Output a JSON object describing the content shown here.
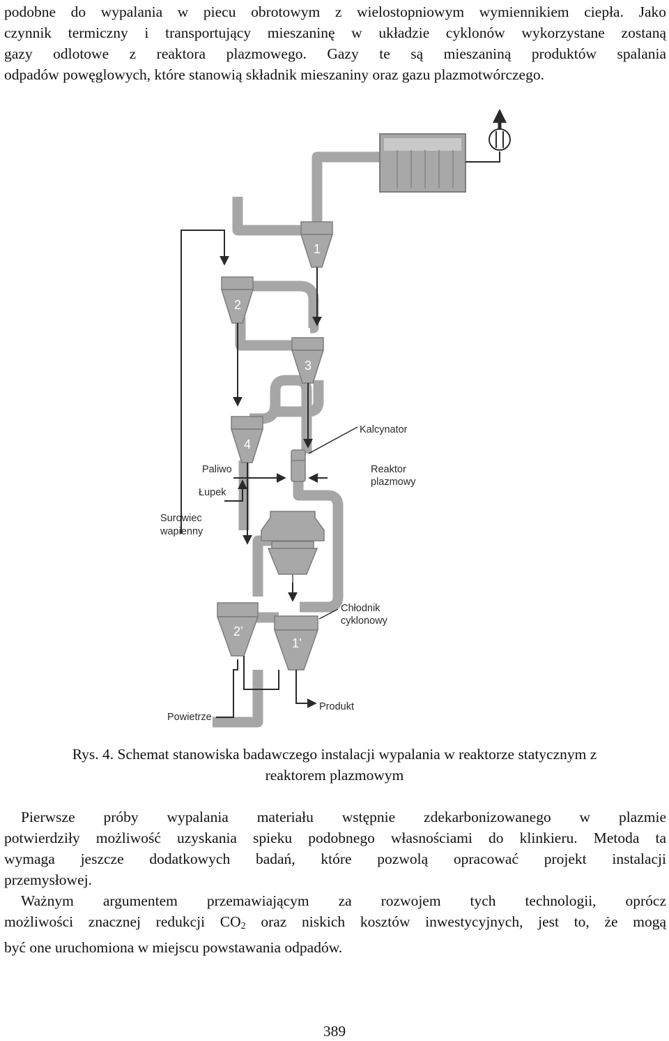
{
  "intro": {
    "lines": [
      "podobne do wypalania w piecu obrotowym z wielostopniowym wymiennikiem ciepła. Jako",
      "czynnik termiczny i transportujący mieszaninę w układzie cyklonów wykorzystane zostaną",
      "gazy odlotowe z reaktora plazmowego. Gazy te są mieszaniną produktów spalania",
      "odpadów powęglowych, które stanowią składnik mieszaniny oraz gazu plazmotwórczego."
    ]
  },
  "figure": {
    "cyclone_labels": [
      "1",
      "2",
      "3",
      "4",
      "2’",
      "1’"
    ],
    "labels": {
      "kalcynator": "Kalcynator",
      "reaktor_line1": "Reaktor",
      "reaktor_line2": "plazmowy",
      "paliwo": "Paliwo",
      "lupek": "Łupek",
      "surowiec_line1": "Surowiec",
      "surowiec_line2": "wapienny",
      "chlodnik_line1": "Chłodnik",
      "chlodnik_line2": "cyklonowy",
      "powietrze": "Powietrze",
      "produkt": "Produkt"
    },
    "colors": {
      "pipe": "#a6a6a6",
      "equipment": "#a8a8a8",
      "equipment_dark": "#7c7c7c",
      "line": "#2a2a2a"
    }
  },
  "caption": {
    "line1": "Rys. 4. Schemat stanowiska badawczego instalacji wypalania w reaktorze statycznym z",
    "line2": "reaktorem plazmowym"
  },
  "para2": {
    "lines": [
      "Pierwsze próby wypalania materiału wstępnie zdekarbonizowanego w plazmie",
      "potwierdziły możliwość uzyskania spieku podobnego własnościami do klinkieru. Metoda ta",
      "wymaga jeszcze dodatkowych badań, które pozwolą opracować projekt instalacji",
      "przemysłowej."
    ]
  },
  "para3": {
    "line1": "Ważnym argumentem przemawiającym za rozwojem tych technologii, oprócz",
    "line2_pre": "możliwości znacznej redukcji CO",
    "line2_sub": "2",
    "line2_post": " oraz niskich kosztów inwestycyjnych, jest to, że mogą",
    "line3": "być one uruchomiona w miejscu powstawania odpadów."
  },
  "page_number": "389"
}
